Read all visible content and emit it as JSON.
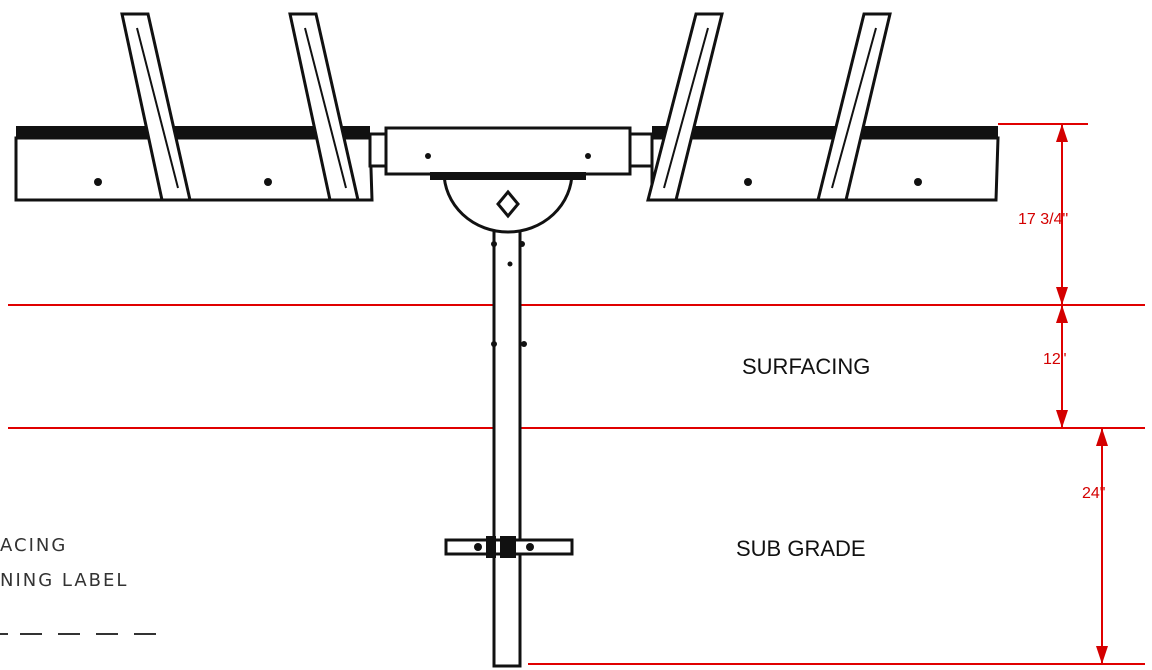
{
  "labels": {
    "surfacing": "SURFACING",
    "sub_grade": "SUB GRADE"
  },
  "dimensions": {
    "top": "17 3/4\"",
    "middle": "12\"",
    "bottom": "24\""
  },
  "legend": {
    "line1": "ACING",
    "line2": "NING LABEL"
  },
  "colors": {
    "dimension": "#d40000",
    "reference_line": "#e00000",
    "outline": "#111111"
  }
}
